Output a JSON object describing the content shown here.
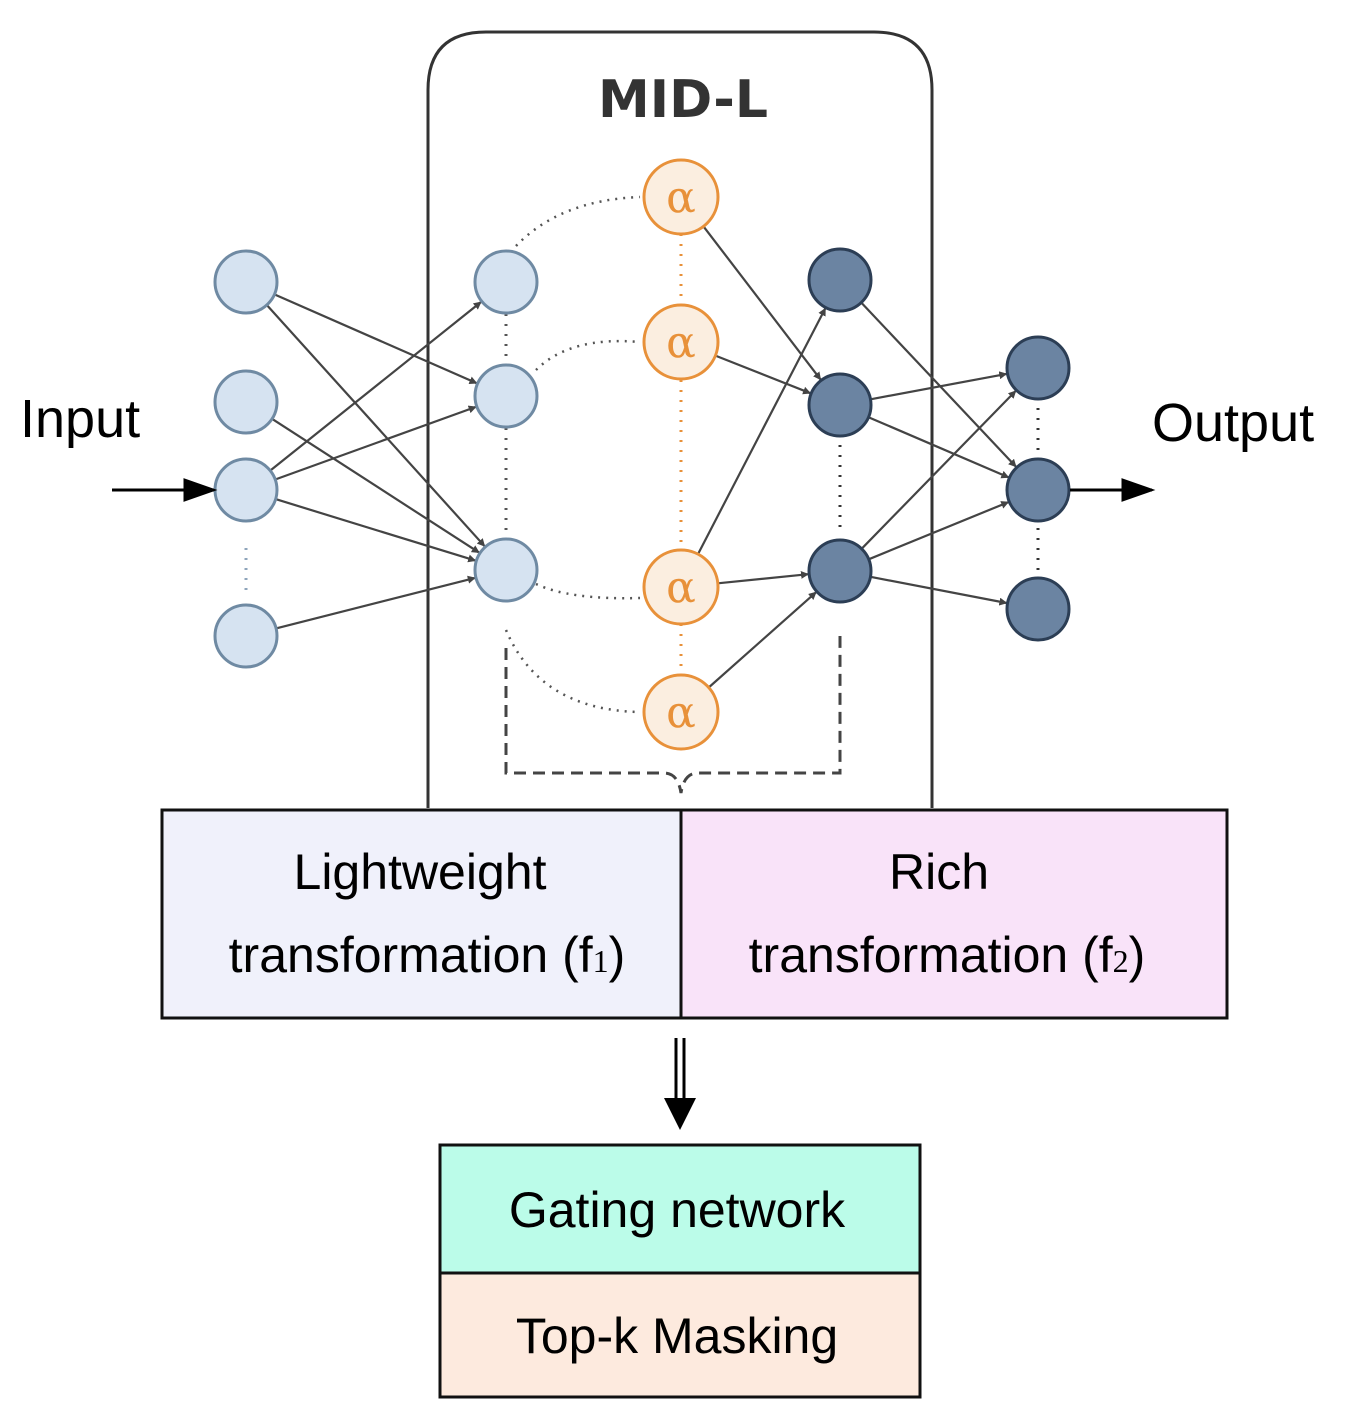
{
  "diagram": {
    "title": "MID-L",
    "input_label": "Input",
    "output_label": "Output",
    "alpha_symbol": "α",
    "lightweight": {
      "line1": "Lightweight",
      "line2_prefix": "transformation (f",
      "line2_sub": "1",
      "line2_suffix": ")"
    },
    "rich": {
      "line1": "Rich",
      "line2_prefix": "transformation (f",
      "line2_sub": "2",
      "line2_suffix": ")"
    },
    "gating_label": "Gating network",
    "topk_label": "Top-k Masking",
    "colors": {
      "input_node_fill": "#d6e3f1",
      "input_node_stroke": "#6f8aa3",
      "output_node_fill": "#6b84a2",
      "output_node_stroke": "#2c3e55",
      "alpha_fill": "#fbeee0",
      "alpha_stroke": "#e8913a",
      "lightweight_bg": "#f0f1fb",
      "rich_bg": "#f9e3f9",
      "gating_bg": "#bbfce9",
      "topk_bg": "#fdeade"
    }
  }
}
